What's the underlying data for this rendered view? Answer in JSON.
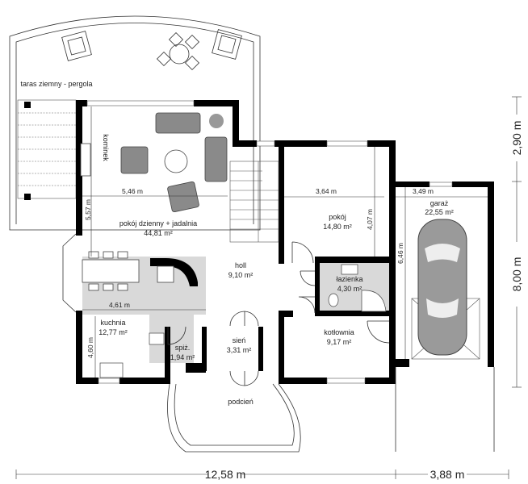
{
  "title": "",
  "colors": {
    "walls": "#000000",
    "floor_tile": "#d9d9d9",
    "furniture": "#8a8a8a"
  },
  "rooms": [
    {
      "name": "taras ziemny - pergola",
      "area": ""
    },
    {
      "name": "pokój dzienny + jadalnia",
      "area": "44,81 m²"
    },
    {
      "name": "holl",
      "area": "9,10 m²"
    },
    {
      "name": "pokój",
      "area": "14,80 m²"
    },
    {
      "name": "łazienka",
      "area": "4,30 m²"
    },
    {
      "name": "garaż",
      "area": "22,55 m²"
    },
    {
      "name": "kuchnia",
      "area": "12,77 m²"
    },
    {
      "name": "spiż.",
      "area": "1,94 m²"
    },
    {
      "name": "sień",
      "area": "3,31 m²"
    },
    {
      "name": "kotłownia",
      "area": "9,17 m²"
    },
    {
      "name": "podcień",
      "area": ""
    }
  ],
  "annotations": {
    "fireplace": "kominek"
  },
  "dimensions": {
    "living_width": "5,46 m",
    "living_depth": "5,57 m",
    "room_width": "3,64 m",
    "room_depth": "4,07 m",
    "garage_width": "3,49 m",
    "garage_depth": "6,46 m",
    "kitchen_width": "4,61 m",
    "kitchen_depth": "4,60 m",
    "total_width_house": "12,58 m",
    "total_width_garage": "3,88 m",
    "right_upper": "2,90 m",
    "right_total": "8,00 m"
  }
}
